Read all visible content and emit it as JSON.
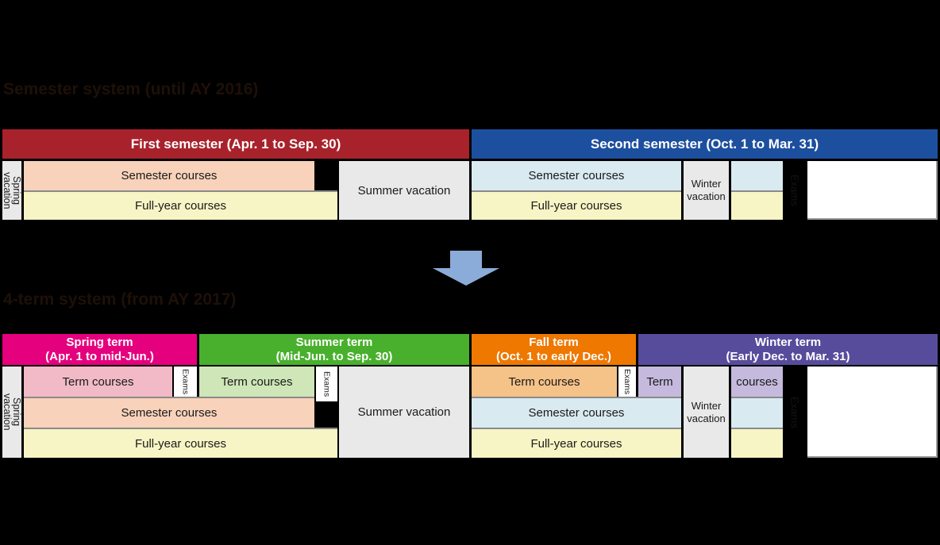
{
  "titles": {
    "semester_system": "Semester system (until AY 2016)",
    "four_term_system": "4-term system (from AY 2017)"
  },
  "semester_table": {
    "first_header": "First semester (Apr. 1 to Sep. 30)",
    "second_header": "Second semester (Oct. 1 to Mar. 31)"
  },
  "term_table": {
    "spring": {
      "name": "Spring term",
      "range": "(Apr. 1 to mid-Jun.)"
    },
    "summer": {
      "name": "Summer term",
      "range": "(Mid-Jun. to Sep. 30)"
    },
    "fall": {
      "name": "Fall term",
      "range": "(Oct. 1 to early Dec.)"
    },
    "winter": {
      "name": "Winter term",
      "range": "(Early Dec. to Mar. 31)"
    }
  },
  "labels": {
    "spring_vacation": "Spring vacation",
    "summer_vacation": "Summer vacation",
    "winter_vacation": "Winter vacation",
    "semester_courses": "Semester courses",
    "full_year_courses": "Full-year courses",
    "term_courses": "Term courses",
    "term": "Term",
    "courses": "courses",
    "exams": "Exams"
  },
  "colors": {
    "first_semester": "#a8222c",
    "second_semester": "#1d4f9f",
    "spring_term": "#e5007e",
    "summer_term": "#48b02c",
    "fall_term": "#ee7800",
    "winter_term": "#574b9b",
    "semester_courses_first": "#f8d2ba",
    "semester_courses_second": "#d9eaf1",
    "full_year_courses": "#f7f5c5",
    "spring_term_courses": "#f2bac7",
    "summer_term_courses": "#cfe6b8",
    "fall_term_courses": "#f5c288",
    "winter_term_courses": "#c5badd",
    "vacation": "#e9e9e9",
    "exam_box": "#ffffff",
    "arrow": "#8bacd8",
    "background": "#000000"
  }
}
